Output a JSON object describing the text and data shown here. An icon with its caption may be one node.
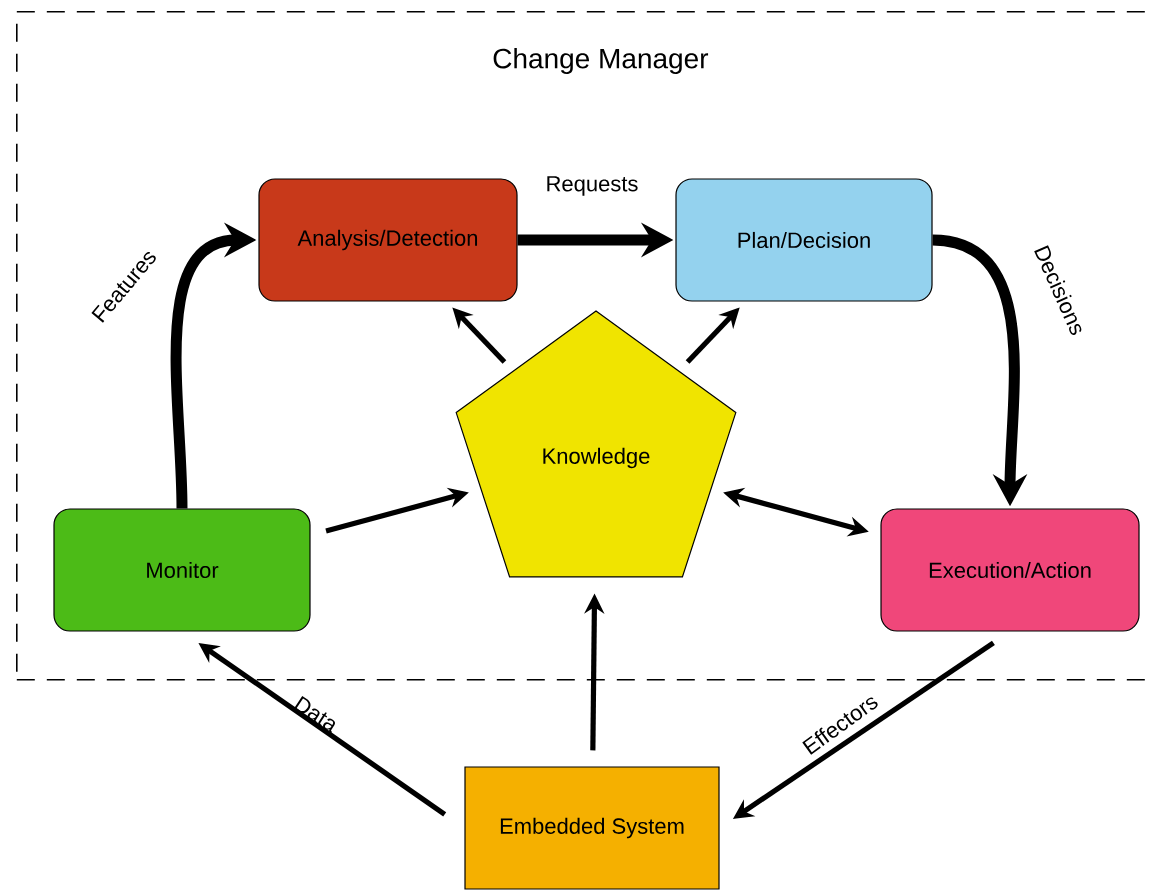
{
  "diagram": {
    "nodes": [
      {
        "text": [
          "Change Manager"
        ]
      },
      {
        "text": [
          "Analysis/Detection"
        ],
        "in": 0
      },
      {
        "text": [
          "Plan/Decision"
        ],
        "in": 0
      },
      {
        "text": [
          "Knowledge"
        ],
        "in": 0
      },
      {
        "text": [
          "Monitor"
        ],
        "in": 0
      },
      {
        "text": [
          "Execution/Action"
        ],
        "in": 0
      },
      {
        "text": [
          "Embedded System"
        ]
      }
    ],
    "edges": [
      {
        "from": 4,
        "to": 1,
        "arrow": "to",
        "label": "Features",
        "style": "thick"
      },
      {
        "from": 1,
        "to": 2,
        "arrow": "to",
        "label": "Requests",
        "style": "thick"
      },
      {
        "from": 2,
        "to": 5,
        "arrow": "to",
        "label": "Decisions",
        "style": "thick"
      },
      {
        "from": 3,
        "to": 1,
        "arrow": "to"
      },
      {
        "from": 3,
        "to": 2,
        "arrow": "to"
      },
      {
        "from": 4,
        "to": 3,
        "arrow": "to"
      },
      {
        "from": 3,
        "to": 5,
        "arrow": "both"
      },
      {
        "from": 6,
        "to": 3,
        "arrow": "to"
      },
      {
        "from": 6,
        "to": 4,
        "arrow": "to",
        "label": "Data"
      },
      {
        "from": 5,
        "to": 6,
        "arrow": "to",
        "label": "Effectors"
      }
    ]
  }
}
